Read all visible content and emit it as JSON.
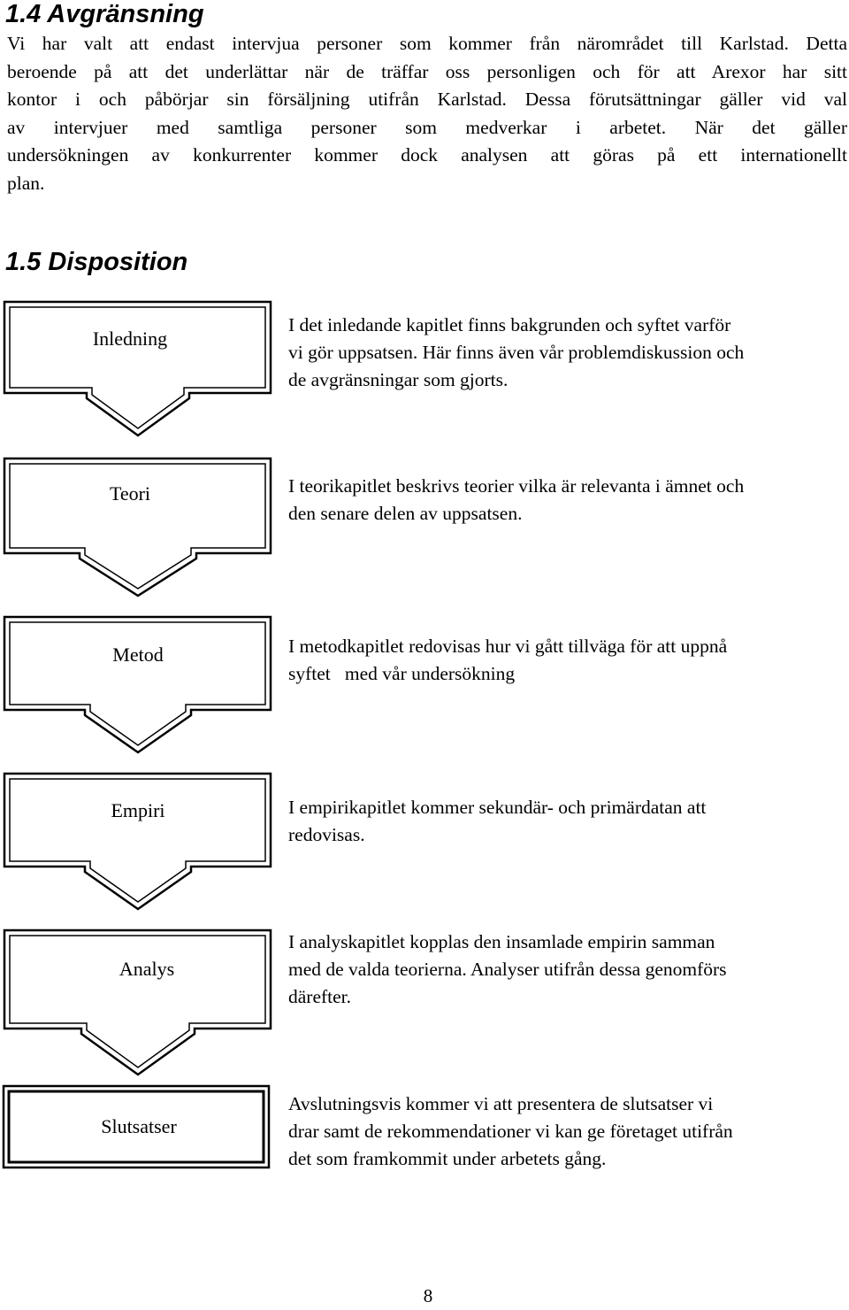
{
  "section_14": {
    "heading": "1.4 Avgränsning",
    "lines": [
      "Vi har valt att endast intervjua personer som kommer från närområdet till Karlstad. Detta",
      "beroende på att det underlättar när de träffar oss personligen och för att Arexor har sitt",
      "kontor i och påbörjar sin försäljning utifrån Karlstad. Dessa förutsättningar gäller vid val",
      "av intervjuer med samtliga personer som medverkar i arbetet. När det gäller",
      "undersökningen av konkurrenter kommer dock analysen att göras på ett internationellt",
      "plan."
    ]
  },
  "section_15": {
    "heading": "1.5 Disposition",
    "steps": [
      {
        "label": "Inledning",
        "lines": [
          "I det inledande kapitlet finns bakgrunden och syftet varför",
          "vi gör uppsatsen. Här finns även vår problemdiskussion och",
          "de avgränsningar som gjorts."
        ]
      },
      {
        "label": "Teori",
        "lines": [
          "I teorikapitlet beskrivs teorier vilka är relevanta i ämnet och",
          "den senare delen av uppsatsen."
        ]
      },
      {
        "label": "Metod",
        "lines": [
          "I metodkapitlet redovisas hur vi gått tillväga för att uppnå",
          "syftet   med vår undersökning"
        ]
      },
      {
        "label": "Empiri",
        "lines": [
          "I empirikapitlet kommer sekundär- och primärdatan att",
          "redovisas."
        ]
      },
      {
        "label": "Analys",
        "lines": [
          "I analyskapitlet kopplas den insamlade empirin samman",
          "med de valda teorierna. Analyser utifrån dessa genomförs",
          "därefter."
        ]
      },
      {
        "label": "Slutsatser",
        "lines": [
          "Avslutningsvis kommer vi att presentera de slutsatser vi",
          "drar samt de rekommendationer vi kan ge företaget utifrån",
          "det som framkommit under arbetets gång."
        ]
      }
    ]
  },
  "page_number": "8"
}
